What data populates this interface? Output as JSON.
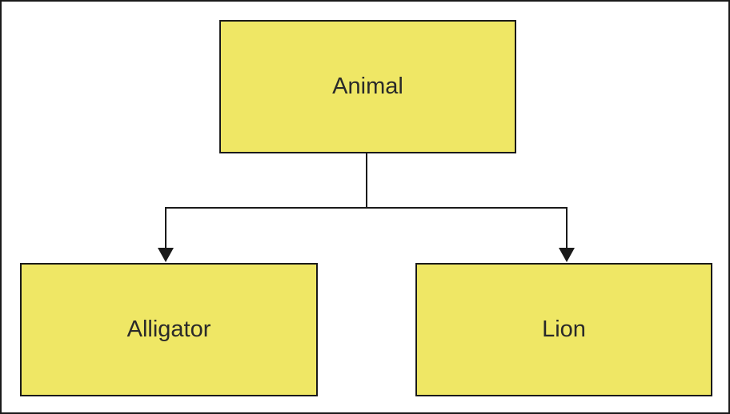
{
  "colors": {
    "node_fill": "#efe765",
    "line": "#1a1a1a"
  },
  "nodes": {
    "root": {
      "label": "Animal"
    },
    "left": {
      "label": "Alligator"
    },
    "right": {
      "label": "Lion"
    }
  }
}
